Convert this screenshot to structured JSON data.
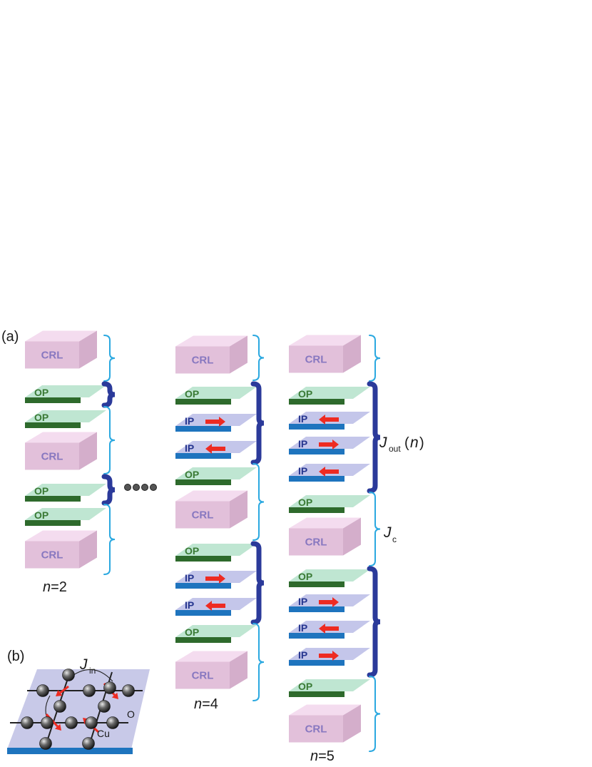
{
  "labels": {
    "panel_a": "(a)",
    "panel_b": "(b)",
    "crl": "CRL",
    "op": "OP",
    "ip": "IP",
    "n2_var": "n",
    "n2_eq": "=2",
    "n4_var": "n",
    "n4_eq": "=4",
    "n5_var": "n",
    "n5_eq": "=5",
    "jout_J": "J",
    "jout_sub": "out",
    "jout_open": "(",
    "jout_n": "n",
    "jout_close": ")",
    "jc_J": "J",
    "jc_sub": "c",
    "jin_J": "J",
    "jin_sub": "in",
    "atom_o": "O",
    "atom_cu": "Cu"
  },
  "stacks": [
    {
      "name": "n=2",
      "layers": [
        "CRL",
        "OP",
        "OP",
        "CRL",
        "OP",
        "OP",
        "CRL"
      ]
    },
    {
      "name": "n=4",
      "layers": [
        "CRL",
        "OP",
        "IP-right",
        "IP-left",
        "OP",
        "CRL",
        "OP",
        "IP-right",
        "IP-left",
        "OP",
        "CRL"
      ]
    },
    {
      "name": "n=5",
      "layers": [
        "CRL",
        "OP",
        "IP-left",
        "IP-right",
        "IP-left",
        "OP",
        "CRL",
        "OP",
        "IP-right",
        "IP-left",
        "IP-right",
        "OP",
        "CRL"
      ]
    }
  ],
  "colors": {
    "crl_face": "#e2c0da",
    "crl_top": "#f4dcef",
    "crl_side": "#d4aecb",
    "op_plane": "#bfe6d2",
    "op_bar": "#2e6a2c",
    "ip_plane": "#c4c6ea",
    "ip_bar": "#1e74be",
    "spin_arrow": "#ee2b22",
    "brace_light": "#2aa8e0",
    "brace_dark": "#2b3a9a",
    "cuo2_plane": "#c8c9e8",
    "cuo2_bar": "#1e74be",
    "atom": "#333333"
  }
}
